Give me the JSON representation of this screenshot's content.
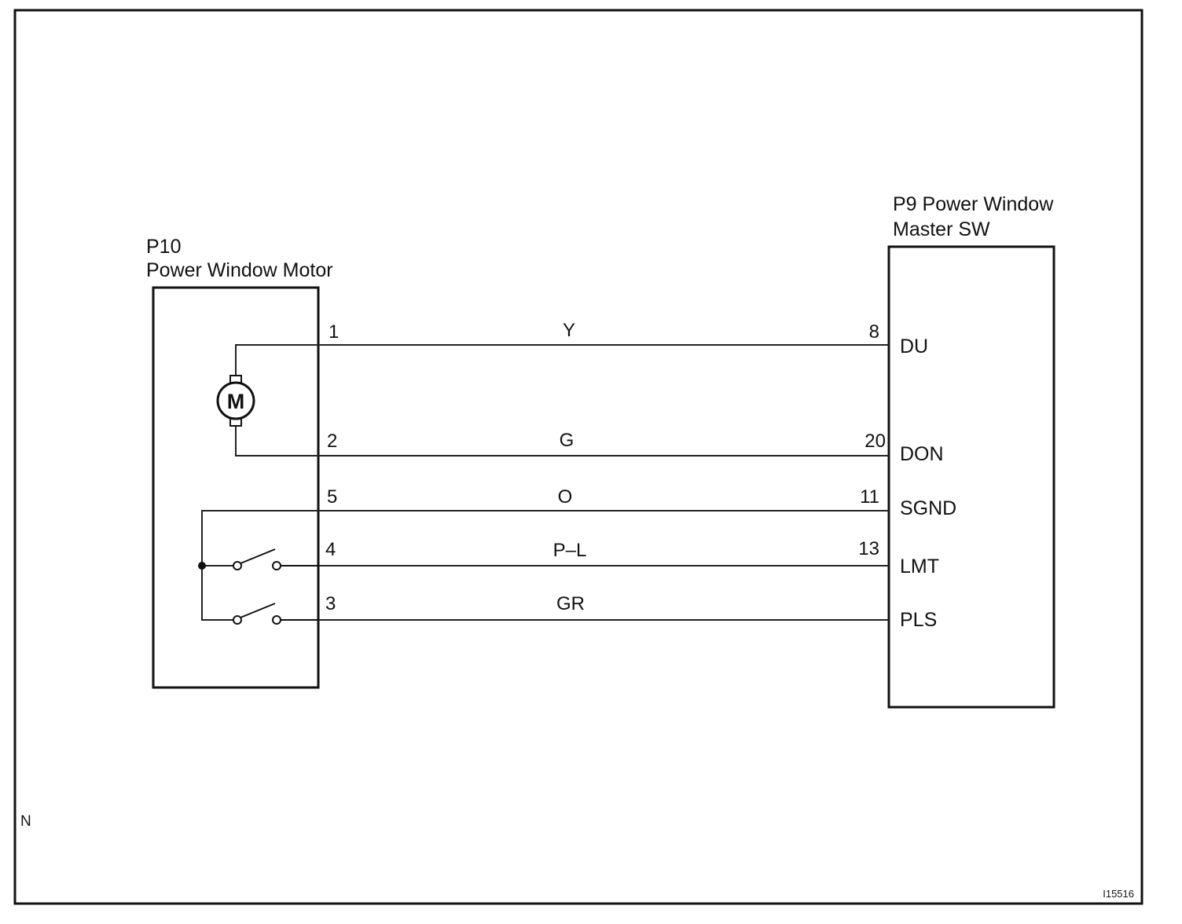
{
  "frame": {
    "corner_mark": "N",
    "figure_id": "I15516"
  },
  "motor": {
    "id": "P10",
    "name": "Power Window Motor",
    "symbol": "M"
  },
  "master_switch": {
    "name_line1": "P9 Power Window",
    "name_line2": "Master SW"
  },
  "wires": [
    {
      "motor_pin": "1",
      "color": "Y",
      "switch_pin": "8",
      "terminal": "DU"
    },
    {
      "motor_pin": "2",
      "color": "G",
      "switch_pin": "20",
      "terminal": "DON"
    },
    {
      "motor_pin": "5",
      "color": "O",
      "switch_pin": "11",
      "terminal": "SGND"
    },
    {
      "motor_pin": "4",
      "color": "P–L",
      "switch_pin": "13",
      "terminal": "LMT"
    },
    {
      "motor_pin": "3",
      "color": "GR",
      "switch_pin": "",
      "terminal": "PLS"
    }
  ]
}
